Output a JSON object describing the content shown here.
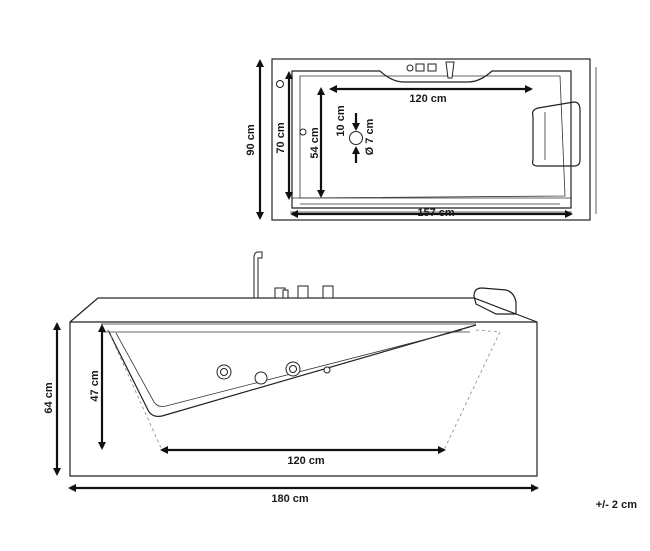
{
  "top_view": {
    "width_total": "157 cm",
    "inner_length": "120 cm",
    "depth_total": "90 cm",
    "depth_inner": "70 cm",
    "depth_bottom": "54 cm",
    "drain_offset": "10 cm",
    "drain_diameter": "Ø 7 cm"
  },
  "side_view": {
    "height_total": "64 cm",
    "height_inner": "47 cm",
    "inner_length": "120 cm",
    "length_total": "180 cm"
  },
  "tolerance": "+/- 2 cm"
}
